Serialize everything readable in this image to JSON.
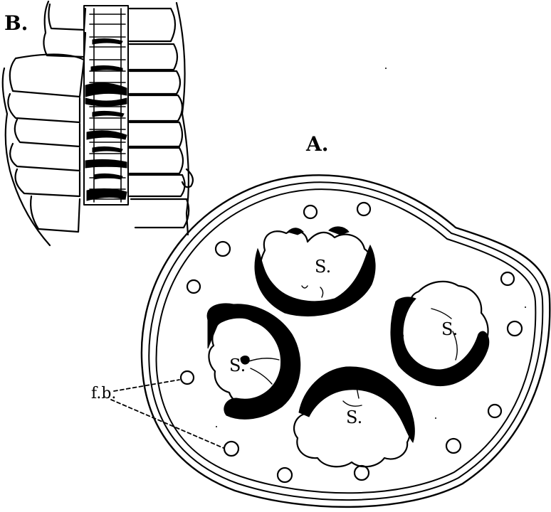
{
  "figure": {
    "panel_b": {
      "letter": "B."
    },
    "panel_a": {
      "letter": "A.",
      "sori": [
        "S.",
        "S.",
        "S.",
        "S."
      ],
      "fibrovascular_label": "f.b."
    }
  },
  "colors": {
    "ink": "#000000",
    "paper": "#ffffff"
  }
}
